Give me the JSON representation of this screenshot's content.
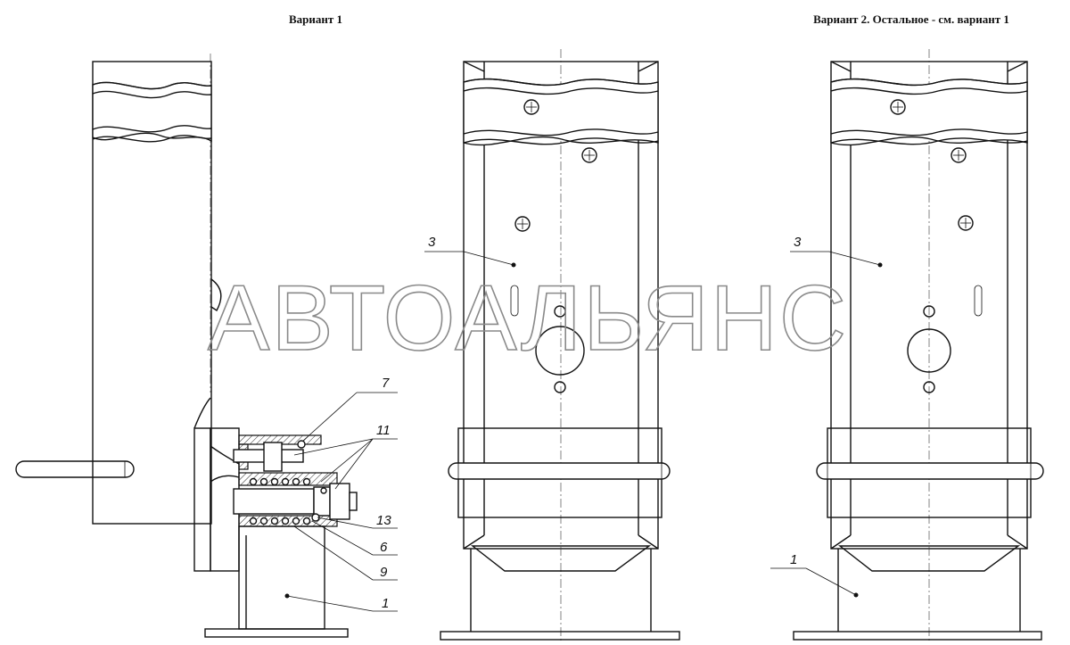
{
  "titles": {
    "variant1": "Вариант 1",
    "variant2": "Вариант 2. Остальное - см. вариант 1"
  },
  "watermark": "АВТОАЛЬЯНС",
  "callouts": {
    "v1_7": "7",
    "v1_11": "11",
    "v1_13": "13",
    "v1_6": "6",
    "v1_9": "9",
    "v1_1": "1",
    "v_mid_3": "3",
    "v2_3": "3",
    "v2_1": "1"
  },
  "colors": {
    "line": "#111111",
    "watermark": "#8a8a8a",
    "background": "#ffffff"
  }
}
